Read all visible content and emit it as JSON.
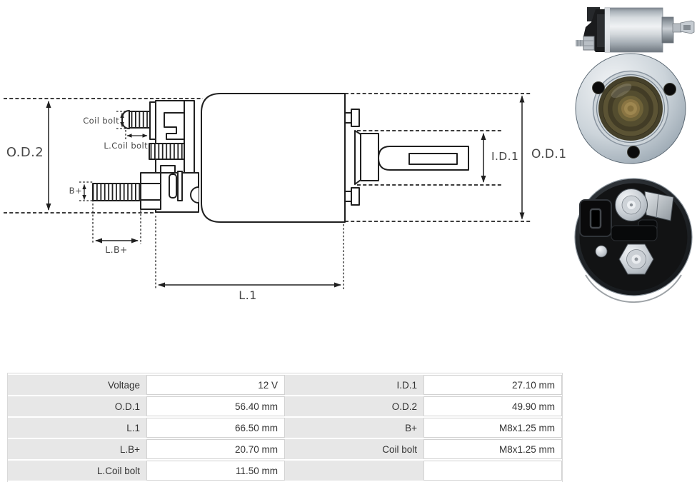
{
  "colors": {
    "drawing_line": "#202020",
    "drawing_label_text": "#474747",
    "table_label_bg": "#e7e7e7",
    "table_cell_border": "#d2d2d2",
    "table_text": "#333333",
    "photo_steel": "#c7cdd2",
    "photo_brass": "#8a7543",
    "photo_black_plastic": "#121314"
  },
  "diagram": {
    "od2": "O.D.2",
    "od1": "O.D.1",
    "id1": "I.D.1",
    "l1": "L.1",
    "coil_bolt": "Coil bolt",
    "l_coil_bolt": "L.Coil bolt",
    "b_plus": "B+",
    "l_b_plus": "L.B+"
  },
  "photos": {
    "side_view": "solenoid-side-photo",
    "front_view": "solenoid-front-flange-photo",
    "rear_view": "solenoid-rear-terminals-photo"
  },
  "table": {
    "rows": [
      [
        "Voltage",
        "12 V",
        "I.D.1",
        "27.10 mm"
      ],
      [
        "O.D.1",
        "56.40 mm",
        "O.D.2",
        "49.90 mm"
      ],
      [
        "L.1",
        "66.50 mm",
        "B+",
        "M8x1.25 mm"
      ],
      [
        "L.B+",
        "20.70 mm",
        "Coil bolt",
        "M8x1.25 mm"
      ],
      [
        "L.Coil bolt",
        "11.50 mm",
        "",
        ""
      ]
    ]
  }
}
